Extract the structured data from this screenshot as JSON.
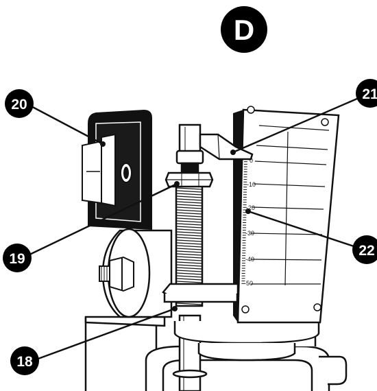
{
  "figure": {
    "panel_letter": "D",
    "callouts": [
      {
        "id": "18",
        "label": "18",
        "part": "base plate"
      },
      {
        "id": "19",
        "label": "19",
        "part": "lock nut"
      },
      {
        "id": "20",
        "label": "20",
        "part": "switch box"
      },
      {
        "id": "21",
        "label": "21",
        "part": "depth pointer"
      },
      {
        "id": "22",
        "label": "22",
        "part": "depth scale"
      }
    ],
    "scale": {
      "ticks": [
        "0",
        "-10",
        "-20",
        "-30",
        "-40",
        "-50"
      ]
    }
  }
}
